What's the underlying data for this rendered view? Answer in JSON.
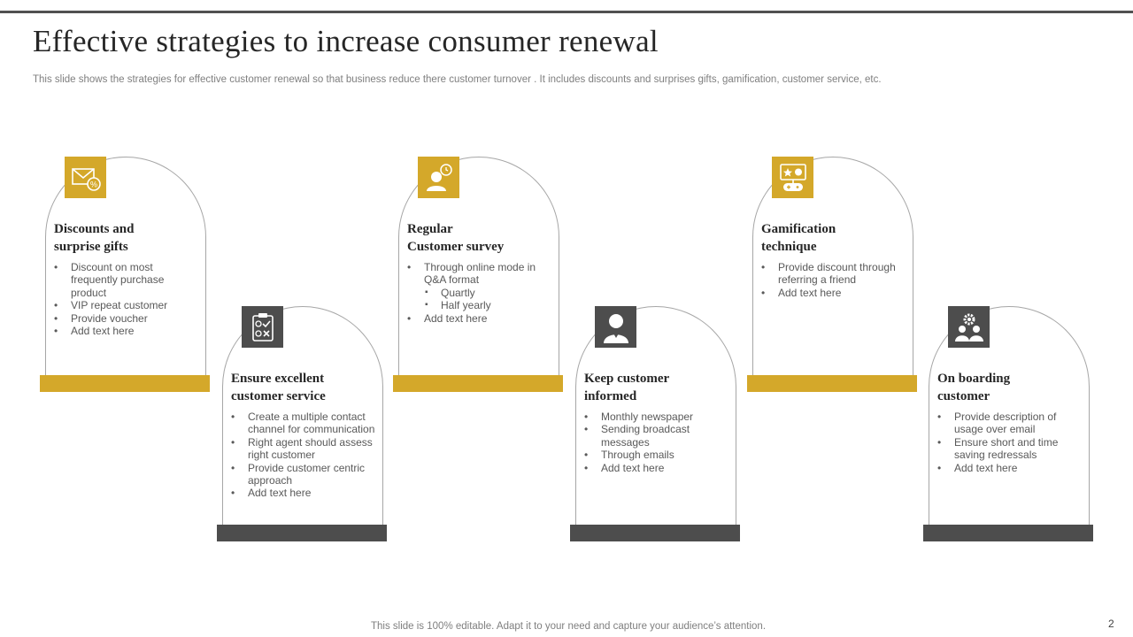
{
  "slide": {
    "title": "Effective strategies to increase consumer renewal",
    "subtitle": "This slide shows the strategies for effective customer renewal so that business reduce there customer turnover . It includes discounts and surprises gifts, gamification, customer service, etc.",
    "footer": "This slide is 100% editable. Adapt it to your need and capture your audience’s attention.",
    "page_number": "2"
  },
  "colors": {
    "accent_gold": "#d4a82a",
    "accent_dark": "#4d4d4d",
    "outline": "#a6a6a6"
  },
  "cards": [
    {
      "icon": "mail-discount-icon",
      "heading_line1": "Discounts and",
      "heading_line2": "surprise gifts",
      "bullets": [
        "Discount on most frequently purchase product",
        "VIP repeat customer",
        "Provide voucher",
        "Add text here"
      ]
    },
    {
      "icon": "checklist-icon",
      "heading_line1": "Ensure excellent",
      "heading_line2": "customer service",
      "bullets": [
        "Create a multiple contact channel for communication",
        "Right agent should assess right customer",
        "Provide customer centric approach",
        "Add text here"
      ]
    },
    {
      "icon": "survey-person-icon",
      "heading_line1": "Regular",
      "heading_line2": "Customer survey",
      "bullets": [
        "Through online mode in Q&A format",
        "Quartly",
        "Half yearly",
        "Add text here"
      ]
    },
    {
      "icon": "person-icon",
      "heading_line1": "Keep customer",
      "heading_line2": "informed",
      "bullets": [
        "Monthly newspaper",
        "Sending broadcast messages",
        "Through emails",
        "Add text here"
      ]
    },
    {
      "icon": "game-icon",
      "heading_line1": "Gamification",
      "heading_line2": "technique",
      "bullets": [
        "Provide discount through referring a friend",
        "Add text here"
      ]
    },
    {
      "icon": "team-gear-icon",
      "heading_line1": "On boarding",
      "heading_line2": "customer",
      "bullets": [
        "Provide description of usage over email",
        "Ensure short and time saving redressals",
        "Add text here"
      ]
    }
  ]
}
